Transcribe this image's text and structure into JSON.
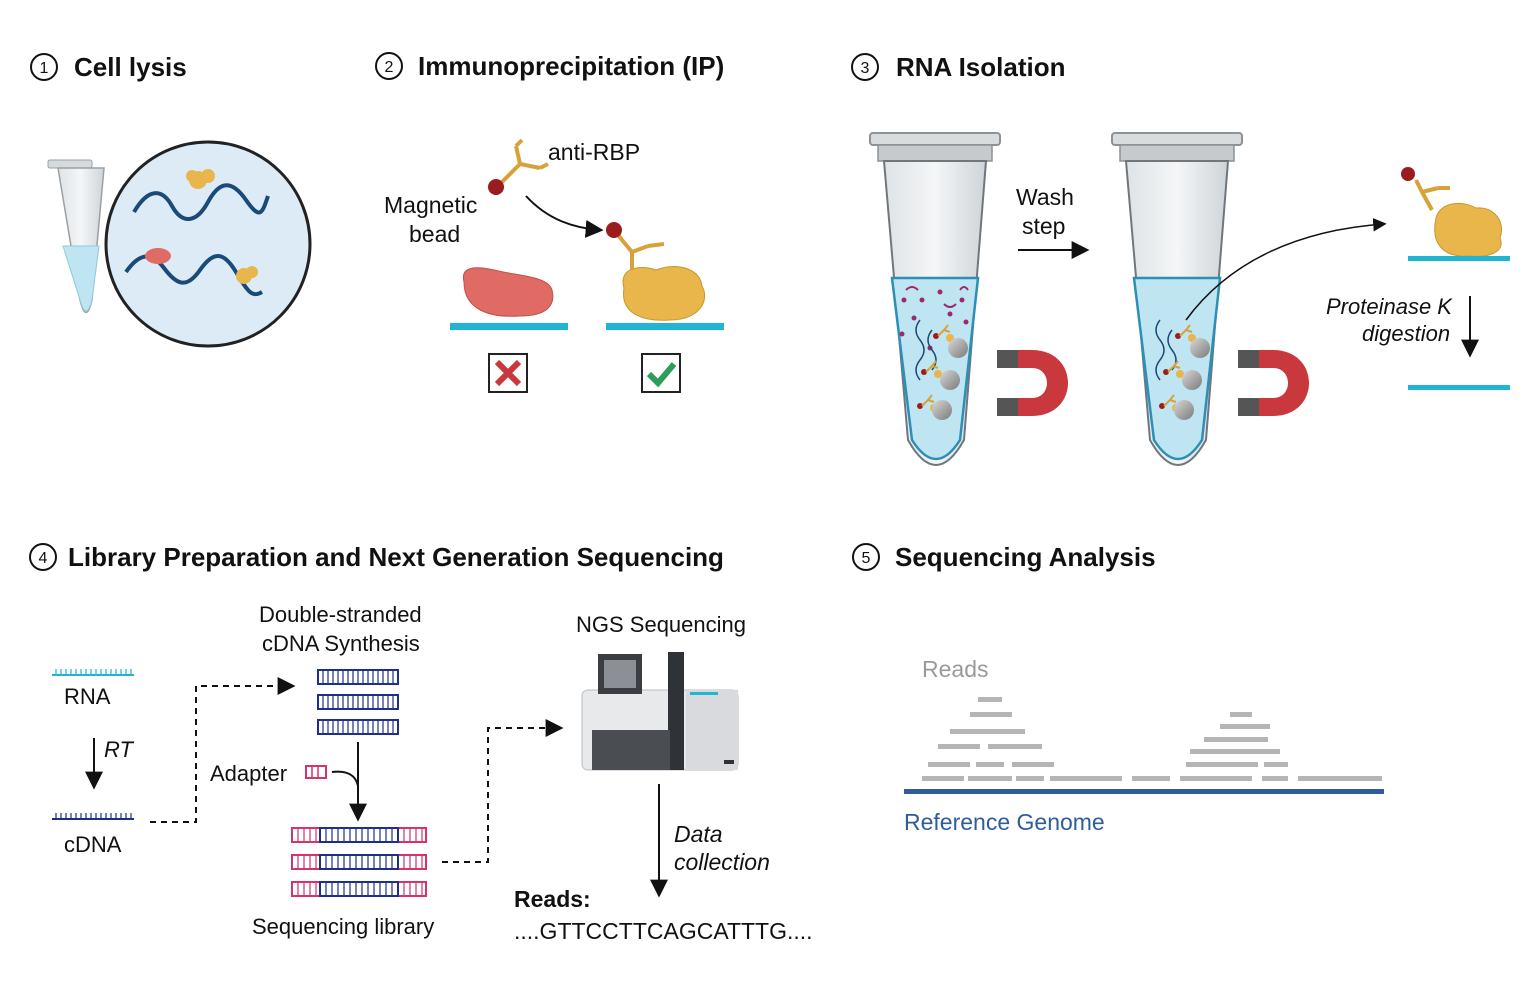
{
  "colors": {
    "rna_strand": "#1a4a78",
    "cdna_strand": "#1d2f8a",
    "adapter": "#d6336c",
    "surface": "#1fb5d3",
    "magnet": "#c8383c",
    "protein_yellow": "#e8b64a",
    "protein_red": "#e06a64",
    "reads_gray": "#b5b5b5",
    "genome_blue": "#2f5d9a",
    "tube_liquid": "#bfe4f2"
  },
  "steps": [
    {
      "number": "1",
      "title": "Cell lysis"
    },
    {
      "number": "2",
      "title": "Immunoprecipitation (IP)"
    },
    {
      "number": "3",
      "title": "RNA Isolation"
    },
    {
      "number": "4",
      "title": "Library Preparation and Next Generation Sequencing"
    },
    {
      "number": "5",
      "title": "Sequencing Analysis"
    }
  ],
  "ip": {
    "antibody_label": "anti-RBP",
    "bead_label_line1": "Magnetic",
    "bead_label_line2": "bead",
    "reject_icon": "x-mark-icon",
    "accept_icon": "check-mark-icon"
  },
  "isolation": {
    "wash_line1": "Wash",
    "wash_line2": "step",
    "digest_line1": "Proteinase K",
    "digest_line2": "digestion"
  },
  "library": {
    "rna_label": "RNA",
    "rt_label": "RT",
    "cdna_label": "cDNA",
    "ds_line1": "Double-stranded",
    "ds_line2": "cDNA Synthesis",
    "adapter_label": "Adapter",
    "lib_label": "Sequencing library",
    "ngs_label": "NGS Sequencing",
    "data_line1": "Data",
    "data_line2": "collection",
    "reads_label": "Reads:",
    "reads_seq": "....GTTCCTTCAGCATTTG...."
  },
  "analysis": {
    "reads_label": "Reads",
    "genome_label": "Reference Genome"
  }
}
